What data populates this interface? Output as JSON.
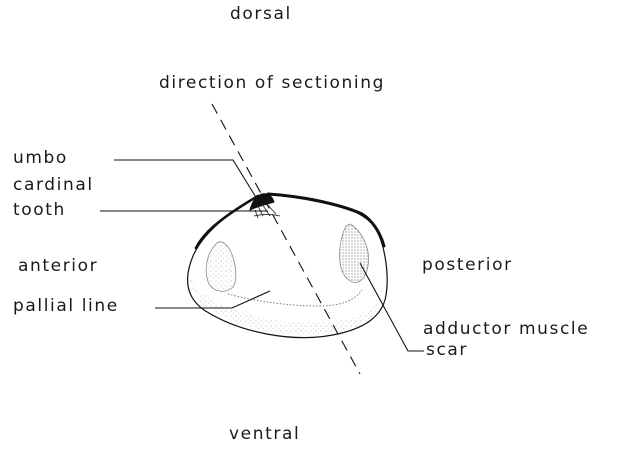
{
  "labels": {
    "dorsal": "dorsal",
    "direction_of_sectioning": "direction of sectioning",
    "umbo": "umbo",
    "cardinal": "cardinal",
    "tooth": "tooth",
    "anterior": "anterior",
    "posterior": "posterior",
    "pallial_line": "pallial line",
    "adductor_muscle": "adductor muscle",
    "scar": "scar",
    "ventral": "ventral"
  },
  "colors": {
    "ink": "#1a1a1a",
    "shell_outline": "#111111",
    "stipple": "#9a9a9a"
  }
}
